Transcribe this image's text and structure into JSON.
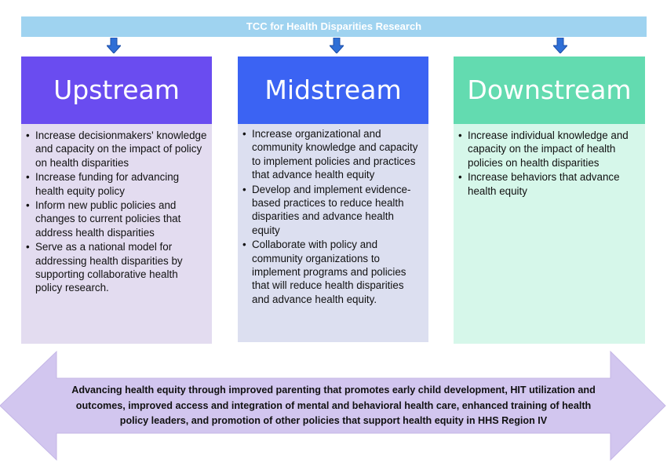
{
  "banner": {
    "title": "TCC for Health Disparities Research"
  },
  "colors": {
    "banner": "#9fd3f0",
    "arrow_icon": "#2f6fd6",
    "upstream_head": "#6a4cf0",
    "upstream_body": "#e3dcf0",
    "midstream_head": "#3b63f3",
    "midstream_body": "#dcdff0",
    "downstream_head": "#63dbb0",
    "downstream_body": "#d6f7ea",
    "bottom_arrow": "#d2c6ef"
  },
  "columns": [
    {
      "heading": "Upstream",
      "bullet": "•",
      "items": [
        "Increase decisionmakers' knowledge and capacity on the impact of policy on health disparities",
        "Increase funding for advancing health equity policy",
        "Inform new public policies and changes to current policies that address health disparities",
        "Serve as a national model for addressing health disparities by supporting collaborative health policy research."
      ]
    },
    {
      "heading": "Midstream",
      "bullet": "•",
      "items": [
        "Increase organizational and community knowledge and capacity to implement policies and practices that advance health equity",
        "Develop and implement evidence-based practices to reduce health disparities and advance health equity",
        "Collaborate with policy and community organizations to implement programs and policies that will reduce health disparities and advance health equity."
      ]
    },
    {
      "heading": "Downstream",
      "bullet": "•",
      "items": [
        "Increase individual knowledge and capacity on the impact of health policies on health disparities",
        "Increase behaviors that advance health equity"
      ]
    }
  ],
  "bottom": {
    "text": "Advancing health equity through improved parenting that promotes early child development, HIT utilization and outcomes, improved access and integration of mental and behavioral health care, enhanced training of health policy leaders, and promotion of other policies that support health equity in HHS Region IV"
  }
}
